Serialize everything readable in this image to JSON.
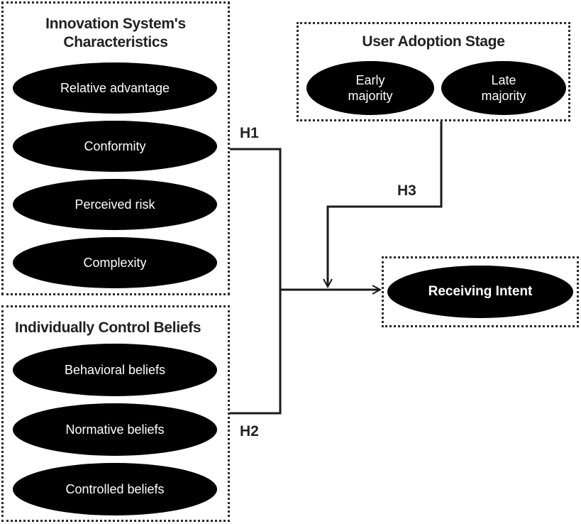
{
  "groups": {
    "innovation": {
      "title": "Innovation System's\nCharacteristics",
      "items": [
        "Relative advantage",
        "Conformity",
        "Perceived risk",
        "Complexity"
      ]
    },
    "beliefs": {
      "title": "Individually Control Beliefs",
      "items": [
        "Behavioral beliefs",
        "Normative beliefs",
        "Controlled beliefs"
      ]
    },
    "adoption": {
      "title": "User Adoption Stage",
      "items": [
        "Early\nmajority",
        "Late\nmajority"
      ]
    },
    "outcome": {
      "item": "Receiving Intent"
    }
  },
  "hypotheses": {
    "h1": "H1",
    "h2": "H2",
    "h3": "H3"
  },
  "colors": {
    "oval_fill": "#000000",
    "oval_text": "#ffffff",
    "line": "#1a1a1a"
  }
}
